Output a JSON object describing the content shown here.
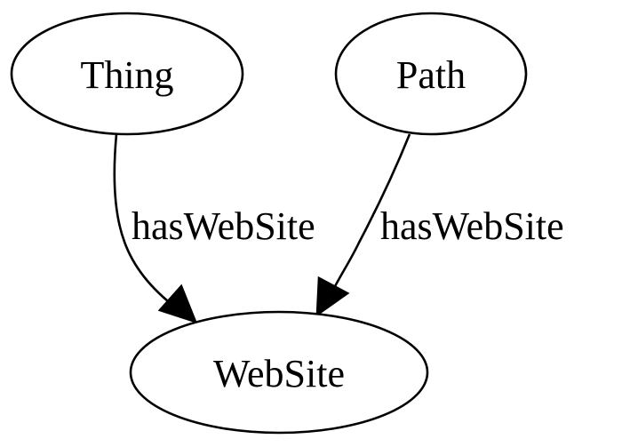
{
  "nodes": {
    "thing": {
      "label": "Thing"
    },
    "path": {
      "label": "Path"
    },
    "website": {
      "label": "WebSite"
    }
  },
  "edges": {
    "thing_to_website": {
      "label": "hasWebSite",
      "from": "Thing",
      "to": "WebSite"
    },
    "path_to_website": {
      "label": "hasWebSite",
      "from": "Path",
      "to": "WebSite"
    }
  },
  "colors": {
    "stroke": "#000000",
    "fill": "#ffffff",
    "text": "#000000"
  }
}
